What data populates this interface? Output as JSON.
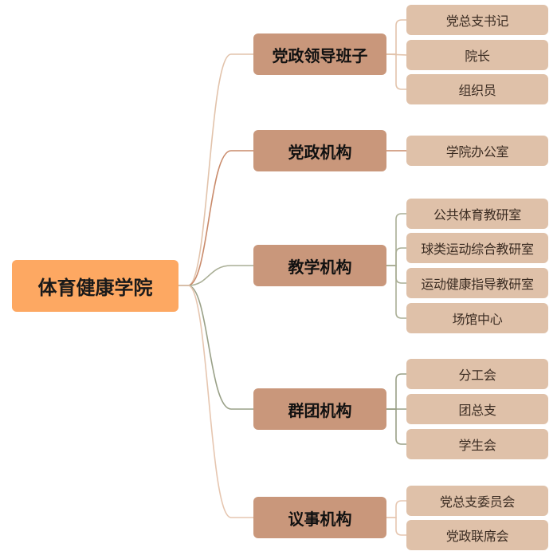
{
  "root": {
    "label": "体育健康学院"
  },
  "branches": [
    {
      "label": "党政领导班子",
      "color": "#e2c3ab",
      "leaves": [
        "党总支书记",
        "院长",
        "组织员"
      ]
    },
    {
      "label": "党政机构",
      "color": "#c98a6a",
      "leaves": [
        "学院办公室"
      ]
    },
    {
      "label": "教学机构",
      "color": "#a9ae95",
      "leaves": [
        "公共体育教研室",
        "球类运动综合教研室",
        "运动健康指导教研室",
        "场馆中心"
      ]
    },
    {
      "label": "群团机构",
      "color": "#99a087",
      "leaves": [
        "分工会",
        "团总支",
        "学生会"
      ]
    },
    {
      "label": "议事机构",
      "color": "#e6c6b0",
      "leaves": [
        "党总支委员会",
        "党政联席会"
      ]
    }
  ]
}
